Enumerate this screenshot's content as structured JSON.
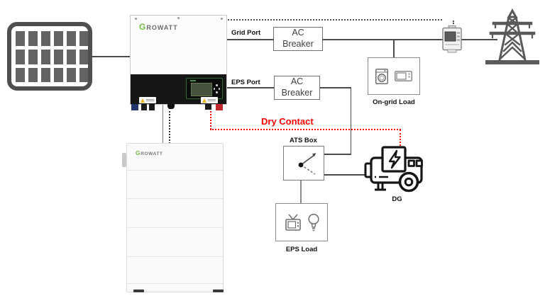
{
  "labels": {
    "grid_port": "Grid Port",
    "eps_port": "EPS Port",
    "dry_contact": "Dry Contact",
    "ats_box": "ATS Box",
    "on_grid_load": "On-grid Load",
    "eps_load": "EPS Load",
    "dg": "DG"
  },
  "breaker": {
    "line1": "AC",
    "line2": "Breaker"
  },
  "brand": {
    "g": "G",
    "rest": "ROWATT"
  },
  "colors": {
    "dry_contact_red": "#FF0000",
    "brand_green": "#76BC43",
    "line_gray": "#4A4A4A"
  },
  "icons": {
    "solar-panel-icon": "pv array 6x3 cell grid",
    "smart-meter-icon": "energy meter with dark screen",
    "transmission-tower-icon": "utility grid lattice pylon",
    "washing-machine-icon": "on-grid appliance",
    "microwave-icon": "on-grid appliance",
    "tv-icon": "eps appliance with antenna",
    "light-bulb-icon": "eps appliance",
    "generator-icon": "diesel generator with lightning bolt and wheel",
    "ats-switch-icon": "transfer switch contact",
    "warning-label-icon": "yellow caution sticker",
    "lcd-display": "inverter screen with keypad"
  }
}
